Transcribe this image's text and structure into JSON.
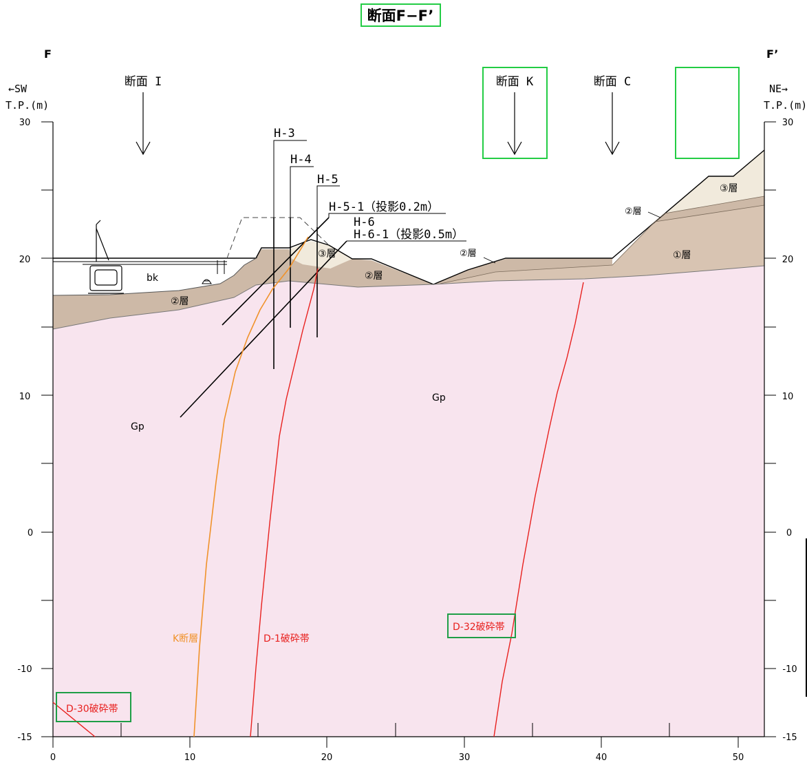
{
  "title": "断面F−F’",
  "ends": {
    "left": "F",
    "right": "F’"
  },
  "directions": {
    "left": "←SW",
    "right": "NE→"
  },
  "axis_unit": {
    "left": "T.P.(m)",
    "right": "T.P.(m)"
  },
  "x_ticks": [
    "0",
    "10",
    "20",
    "30",
    "40",
    "50"
  ],
  "y_ticks": [
    "30",
    "20",
    "10",
    "0",
    "-10",
    "-15"
  ],
  "sections": [
    {
      "label": "断面 I"
    },
    {
      "label": "断面 K"
    },
    {
      "label": "断面 C"
    }
  ],
  "boreholes": [
    {
      "label": "H-3"
    },
    {
      "label": "H-4"
    },
    {
      "label": "H-5"
    },
    {
      "label": "H-5-1（投影0.2m）"
    },
    {
      "label": "H-6"
    },
    {
      "label": "H-6-1（投影0.5m）"
    }
  ],
  "layers": {
    "bk": "bk",
    "layer1": "①層",
    "layer2": "②層",
    "layer3": "③層",
    "granite": "Gp"
  },
  "faults": {
    "k": "K断層",
    "d1": "D-1破砕帯",
    "d32": "D-32破砕帯",
    "d30": "D-30破砕帯"
  },
  "colors": {
    "granite": "#f8e4ee",
    "layer1": "#d8c4b2",
    "layer2": "#cdb9a7",
    "layer3": "#f1eadc",
    "fault_red": "#e8201e",
    "fault_orange": "#f0922a",
    "highlight_box": "#22cc44",
    "highlight_box_dark": "#1e9e46"
  }
}
